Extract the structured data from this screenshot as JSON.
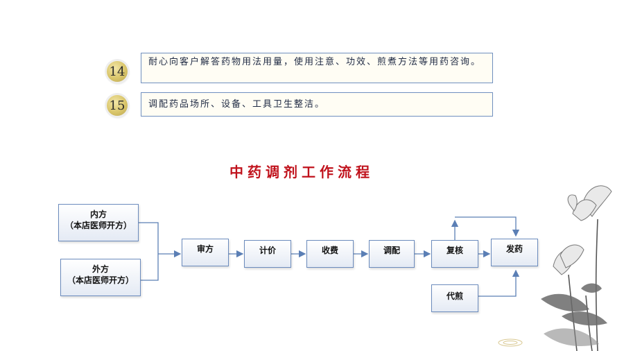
{
  "notes": [
    {
      "number": "14",
      "text": "耐心向客户解答药物用法用量，使用注意、功效、煎煮方法等用药咨询。"
    },
    {
      "number": "15",
      "text": "调配药品场所、设备、工具卫生整洁。"
    }
  ],
  "flow": {
    "title": "中药调剂工作流程",
    "inner": {
      "label": "内方",
      "sub": "（本店医师开方）"
    },
    "outer": {
      "label": "外方",
      "sub": "（本店医师开方）"
    },
    "steps": [
      "审方",
      "计价",
      "收费",
      "调配",
      "复核",
      "发药"
    ],
    "decoct": "代煎"
  },
  "colors": {
    "title": "#c0121c",
    "border": "#6b8bbd",
    "line": "#5b7fb5"
  }
}
